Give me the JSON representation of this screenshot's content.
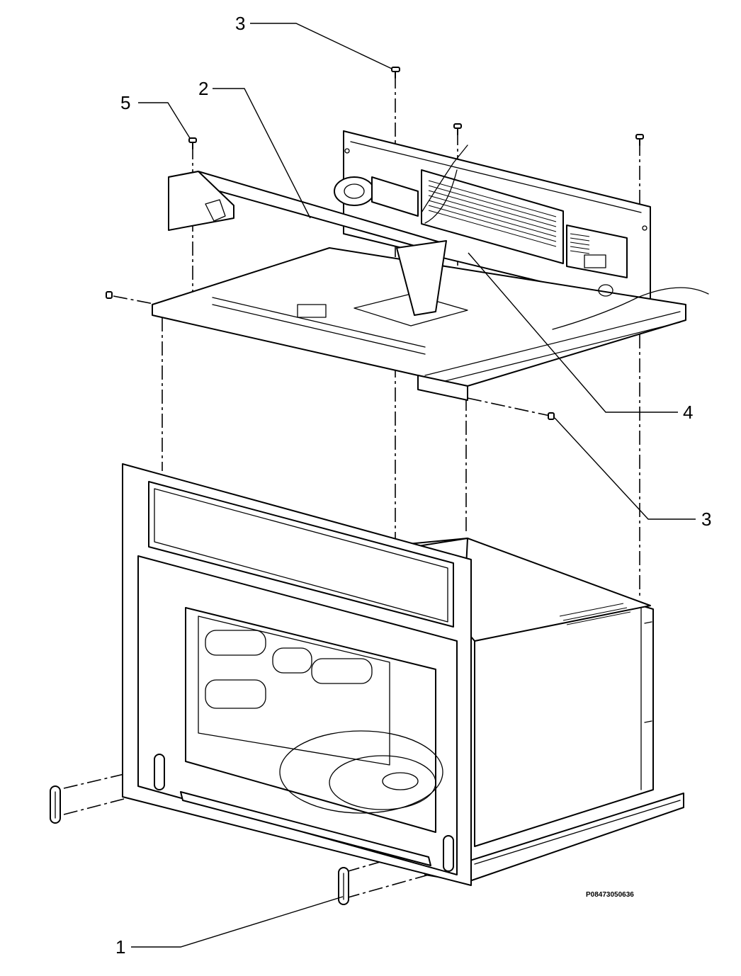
{
  "callouts": {
    "c3_top": "3",
    "c2": "2",
    "c5": "5",
    "c4": "4",
    "c3_right": "3",
    "c1": "1"
  },
  "reference_code": "P08473050636"
}
